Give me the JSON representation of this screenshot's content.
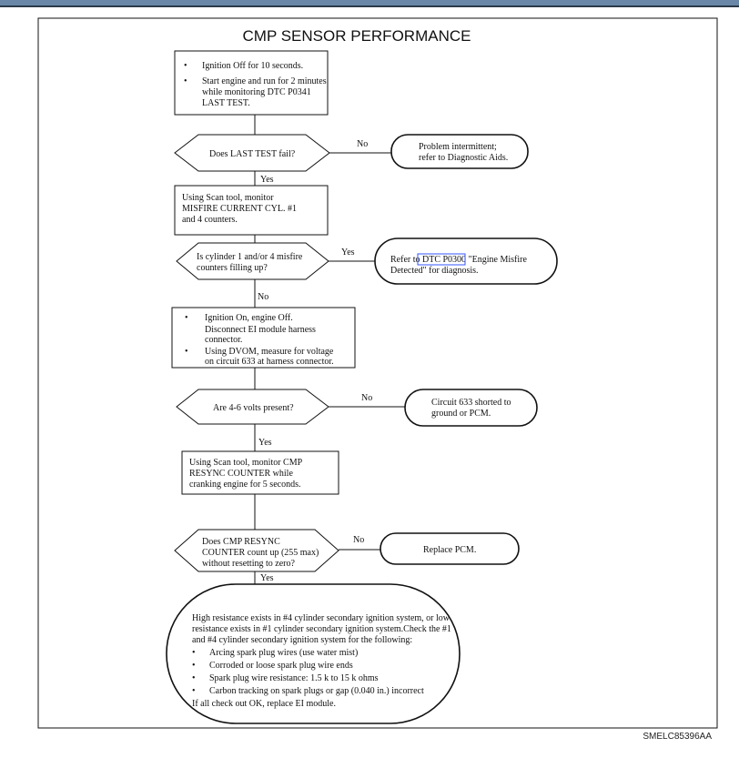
{
  "title": "CMP SENSOR PERFORMANCE",
  "figure_code": "SMELC85396AA",
  "accent_color": "#6a87a8",
  "link_color": "#3355ff",
  "box1": {
    "bullets": [
      "Ignition Off for 10 seconds.",
      "Start engine and run for 2 minutes",
      "while monitoring DTC P0341",
      "LAST TEST."
    ]
  },
  "d1": {
    "lines": [
      "Does LAST TEST fail?"
    ],
    "no": "No",
    "yes": "Yes"
  },
  "o1": {
    "lines": [
      "Problem intermittent;",
      "refer to Diagnostic Aids."
    ]
  },
  "box2": {
    "lines": [
      "Using Scan tool, monitor",
      "MISFIRE CURRENT CYL. #1",
      "and 4 counters."
    ]
  },
  "d2": {
    "lines": [
      "Is cylinder 1 and/or 4 misfire",
      "counters filling up?"
    ],
    "yes": "Yes",
    "no": "No"
  },
  "o2": {
    "pre": "Refer to ",
    "link": "DTC P0300",
    "post": " \"Engine Misfire",
    "line2": "Detected\" for diagnosis."
  },
  "box3": {
    "lines": [
      "Ignition On, engine Off.",
      "Disconnect EI module harness",
      "connector.",
      "Using DVOM, measure for voltage",
      "on circuit 633 at harness connector."
    ]
  },
  "d3": {
    "lines": [
      "Are 4-6 volts present?"
    ],
    "no": "No",
    "yes": "Yes"
  },
  "o3": {
    "lines": [
      "Circuit 633 shorted to",
      "ground or PCM."
    ]
  },
  "box4": {
    "lines": [
      "Using Scan tool, monitor CMP",
      "RESYNC COUNTER while",
      "cranking engine for 5 seconds."
    ]
  },
  "d4": {
    "lines": [
      "Does CMP RESYNC",
      "COUNTER count up (255 max)",
      "without resetting to zero?"
    ],
    "no": "No",
    "yes": "Yes"
  },
  "o4": {
    "lines": [
      "Replace PCM."
    ]
  },
  "final": {
    "intro": [
      "High resistance exists in #4 cylinder secondary ignition system, or low",
      "resistance exists in #1 cylinder secondary ignition system.Check the #1",
      "and #4 cylinder secondary ignition system for the following:"
    ],
    "bullets": [
      "Arcing spark plug wires (use water mist)",
      "Corroded or loose spark plug wire ends",
      "Spark plug wire resistance: 1.5 k to 15 k ohms",
      "Carbon tracking on spark plugs or gap (0.040 in.) incorrect"
    ],
    "outro": "If all check out OK, replace EI module."
  }
}
